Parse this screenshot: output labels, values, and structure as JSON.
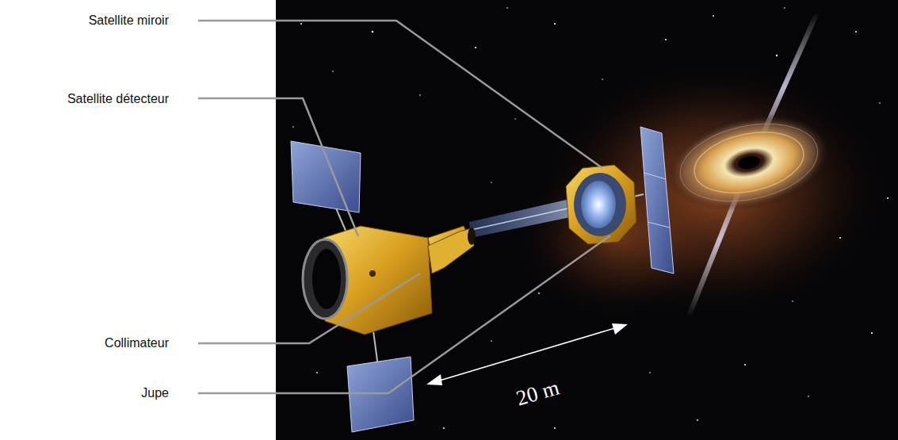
{
  "diagram": {
    "labels": [
      "Satellite miroir",
      "Satellite détecteur",
      "Collimateur",
      "Jupe",
      "20 m"
    ]
  }
}
